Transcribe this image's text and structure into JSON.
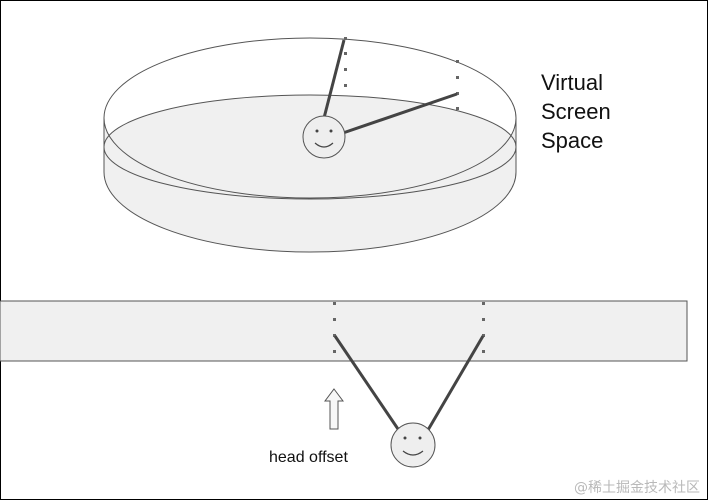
{
  "diagram": {
    "title_lines": [
      "Virtual",
      "Screen",
      "Space"
    ],
    "head_offset_label": "head offset",
    "watermark": "@稀土掘金技术社区",
    "icons": {
      "upper_face": "smiley-face-icon",
      "lower_face": "smiley-face-icon",
      "offset_arrow": "up-arrow-icon"
    },
    "colors": {
      "background": "#ffffff",
      "outline": "#333333",
      "fill": "#f0f0f0",
      "face_fill": "#eeeeee",
      "line": "#444444",
      "dots": "#666666"
    }
  }
}
